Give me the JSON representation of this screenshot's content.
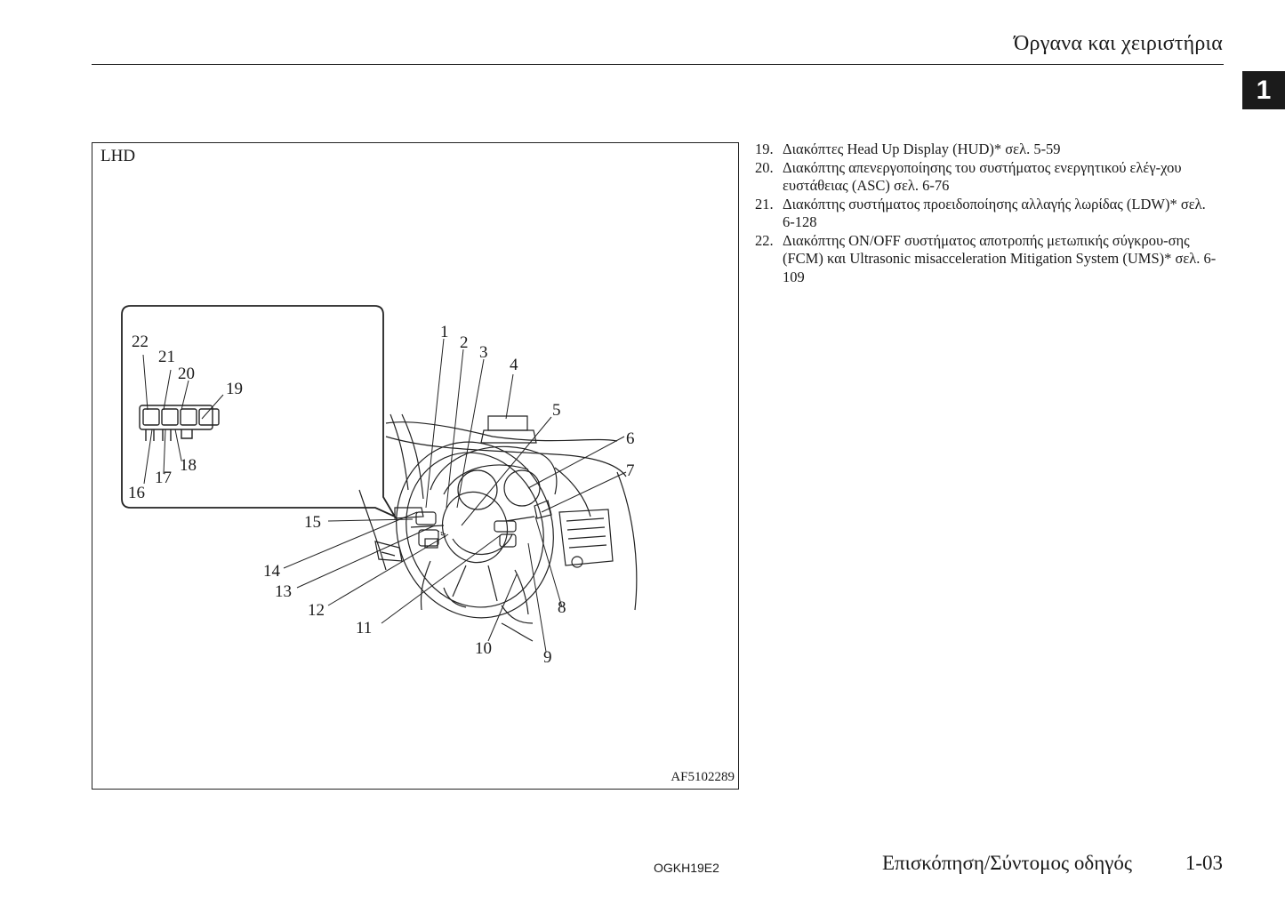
{
  "header": {
    "title": "Όργανα και χειριστήρια",
    "chapter": "1"
  },
  "figure": {
    "variant": "LHD",
    "code": "AF5102289",
    "callout_numbers": [
      "1",
      "2",
      "3",
      "4",
      "5",
      "6",
      "7",
      "8",
      "9",
      "10",
      "11",
      "12",
      "13",
      "14",
      "15",
      "16",
      "17",
      "18",
      "19",
      "20",
      "21",
      "22"
    ]
  },
  "callouts": [
    {
      "num": "19.",
      "text": "Διακόπτες Head Up Display (HUD)* σελ. 5-59"
    },
    {
      "num": "20.",
      "text": "Διακόπτης απενεργοποίησης του συστήματος ενεργητικού ελέγ-χου ευστάθειας (ASC) σελ. 6-76"
    },
    {
      "num": "21.",
      "text": "Διακόπτης συστήματος προειδοποίησης αλλαγής λωρίδας (LDW)* σελ. 6-128"
    },
    {
      "num": "22.",
      "text": "Διακόπτης ON/OFF συστήματος αποτροπής μετωπικής σύγκρου-σης (FCM) και Ultrasonic misacceleration Mitigation System (UMS)* σελ. 6-109"
    }
  ],
  "footer": {
    "doc_code": "OGKH19E2",
    "section": "Επισκόπηση/Σύντομος οδηγός",
    "page": "1-03"
  }
}
